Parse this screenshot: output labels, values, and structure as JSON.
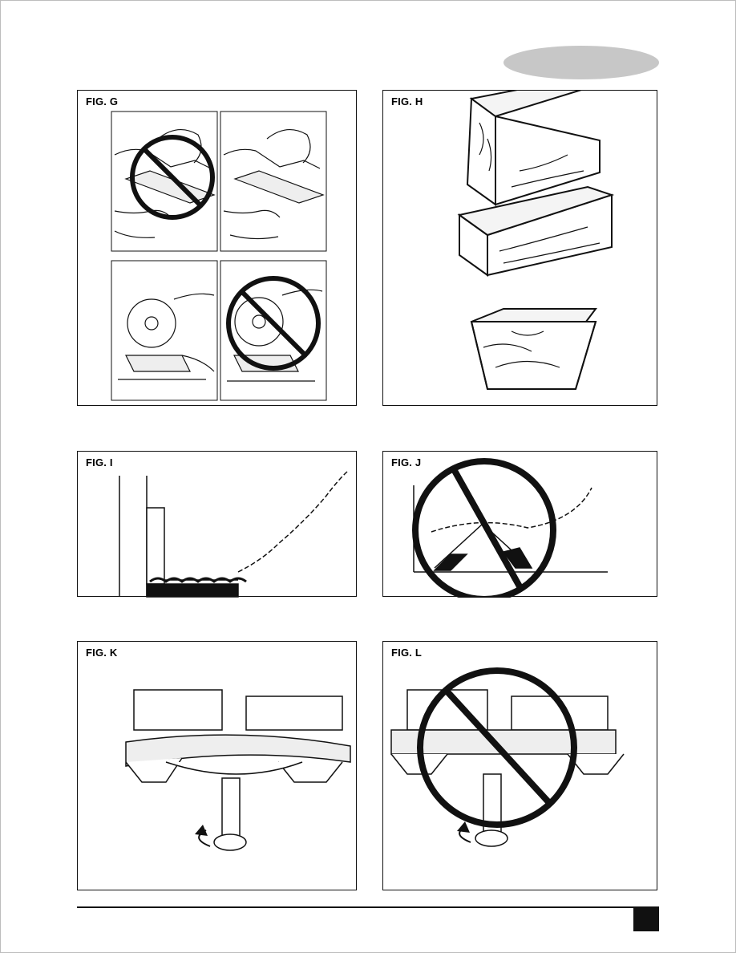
{
  "page": {
    "header_tab_color": "#c7c7c7",
    "page_number_box_color": "#111111"
  },
  "figures": [
    {
      "id": "G",
      "label": "FIG. G"
    },
    {
      "id": "H",
      "label": "FIG. H"
    },
    {
      "id": "I",
      "label": "FIG. I"
    },
    {
      "id": "J",
      "label": "FIG. J"
    },
    {
      "id": "K",
      "label": "FIG. K"
    },
    {
      "id": "L",
      "label": "FIG. L"
    }
  ]
}
